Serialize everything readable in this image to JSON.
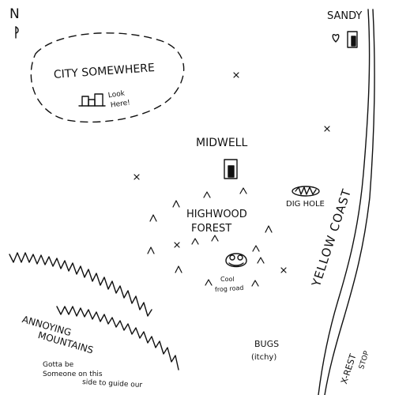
{
  "map": {
    "north": "N",
    "places": {
      "sandy": "SANDY",
      "city": "CITY SOMEWHERE",
      "city_note": [
        "Look",
        "Here!"
      ],
      "midwell": "MIDWELL",
      "dig_hole": "DIG HOLE",
      "forest": [
        "HIGHWOOD",
        "FOREST"
      ],
      "frog": [
        "Cool",
        "frog road"
      ],
      "mountains": [
        "ANNOYING",
        "MOUNTAINS"
      ],
      "mountain_note": [
        "Gotta be",
        "Someone on this",
        "side to guide our"
      ],
      "bugs": [
        "BUGS",
        "(itchy)"
      ],
      "coast": "YELLOW COAST",
      "rest_stop": [
        "X-REST",
        "STOP"
      ]
    }
  },
  "colors": {
    "ink": "#111111",
    "paper": "#ffffff"
  }
}
